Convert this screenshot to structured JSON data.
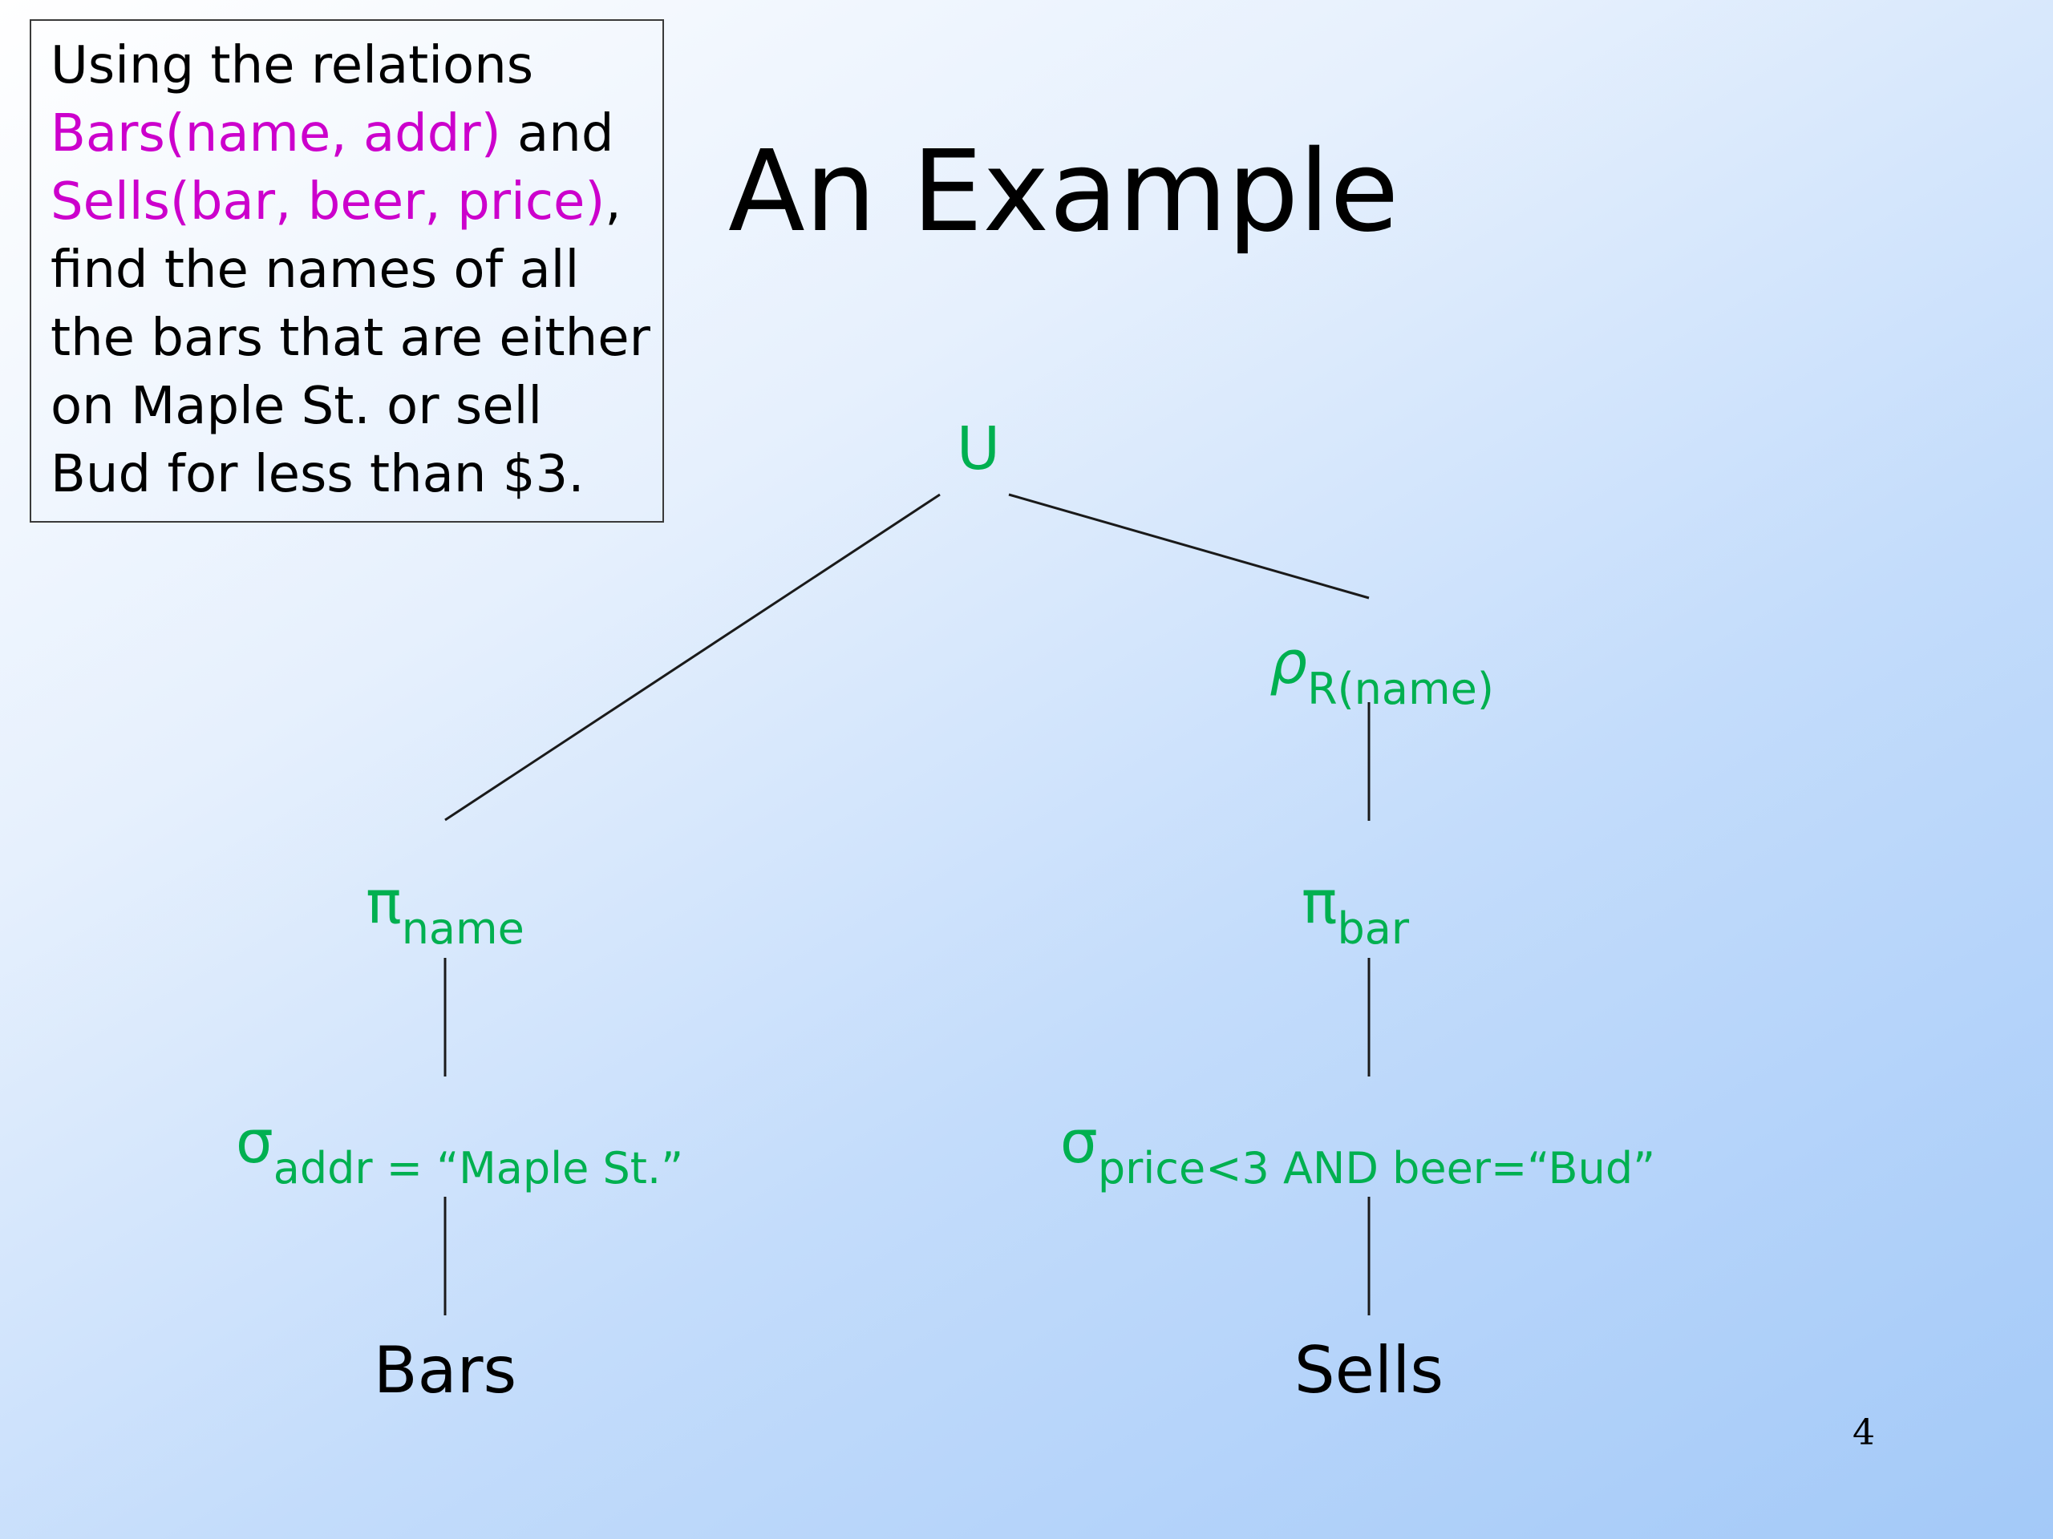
{
  "problem_box": {
    "line1": "Using the relations",
    "relation1": "Bars(name, addr)",
    "and_word": " and",
    "relation2": "Sells(bar, beer, price)",
    "comma": ",",
    "line4": "find the names of all",
    "line5": "the bars that are either",
    "line6": "on Maple St. or sell",
    "line7": "Bud for less than $3."
  },
  "title": "An Example",
  "tree": {
    "union": {
      "symbol": "U"
    },
    "rename": {
      "symbol": "ρ",
      "subscript": "R(name)"
    },
    "project_left": {
      "symbol": "π",
      "subscript": "name"
    },
    "project_right": {
      "symbol": "π",
      "subscript": "bar"
    },
    "select_left": {
      "symbol": "σ",
      "subscript": "addr = “Maple St.”"
    },
    "select_right": {
      "symbol": "σ",
      "subscript": "price<3 AND beer=“Bud”"
    },
    "leaf_left": "Bars",
    "leaf_right": "Sells"
  },
  "page_number": "4",
  "colors": {
    "operator": "#00b050",
    "relation_highlight": "#cc00cc",
    "text": "#000000"
  }
}
